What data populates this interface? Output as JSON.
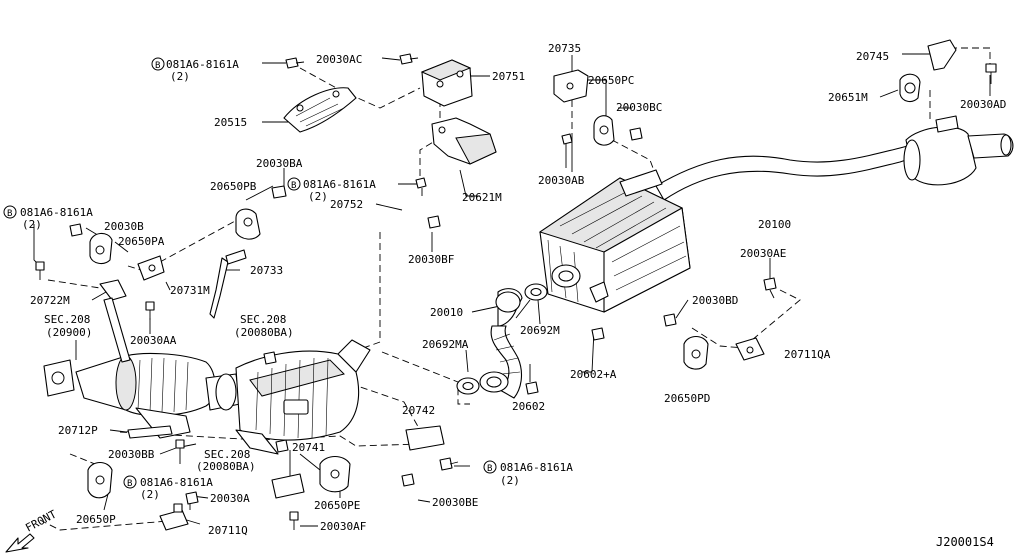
{
  "diagram_id": "J20001S4",
  "front_label": "FRONT",
  "bolt_prefix_symbol": "B",
  "callouts": [
    {
      "id": "c1",
      "text": "081A6-8161A",
      "sub": "(2)",
      "bolt": true
    },
    {
      "id": "c2",
      "text": "20030AC"
    },
    {
      "id": "c3",
      "text": "20751"
    },
    {
      "id": "c4",
      "text": "20515"
    },
    {
      "id": "c5",
      "text": "20735"
    },
    {
      "id": "c6",
      "text": "20650PC"
    },
    {
      "id": "c7",
      "text": "20030BC"
    },
    {
      "id": "c8",
      "text": "20745"
    },
    {
      "id": "c9",
      "text": "20651M"
    },
    {
      "id": "c10",
      "text": "20030AD"
    },
    {
      "id": "c11",
      "text": "20030BA"
    },
    {
      "id": "c12",
      "text": "20650PB"
    },
    {
      "id": "c13",
      "text": "081A6-8161A",
      "sub": "(2)",
      "bolt": true
    },
    {
      "id": "c14",
      "text": "20621M"
    },
    {
      "id": "c15",
      "text": "20030AB"
    },
    {
      "id": "c16",
      "text": "20100"
    },
    {
      "id": "c17",
      "text": "081A6-8161A",
      "sub": "(2)",
      "bolt": true
    },
    {
      "id": "c18",
      "text": "20030B"
    },
    {
      "id": "c19",
      "text": "20650PA"
    },
    {
      "id": "c20",
      "text": "20752"
    },
    {
      "id": "c21",
      "text": "20030BF"
    },
    {
      "id": "c22",
      "text": "20733"
    },
    {
      "id": "c23",
      "text": "20030AE"
    },
    {
      "id": "c24",
      "text": "20722M"
    },
    {
      "id": "c25",
      "text": "20731M"
    },
    {
      "id": "c26",
      "text": "SEC.208",
      "sub": "(20900)"
    },
    {
      "id": "c27",
      "text": "SEC.208",
      "sub": "(20080BA)"
    },
    {
      "id": "c28",
      "text": "20010"
    },
    {
      "id": "c29",
      "text": "20030BD"
    },
    {
      "id": "c30",
      "text": "20692M"
    },
    {
      "id": "c31",
      "text": "20030AA"
    },
    {
      "id": "c32",
      "text": "20692MA"
    },
    {
      "id": "c33",
      "text": "20711QA"
    },
    {
      "id": "c34",
      "text": "20602+A"
    },
    {
      "id": "c35",
      "text": "20602"
    },
    {
      "id": "c36",
      "text": "20650PD"
    },
    {
      "id": "c37",
      "text": "20742"
    },
    {
      "id": "c38",
      "text": "20712P"
    },
    {
      "id": "c39",
      "text": "20030BB"
    },
    {
      "id": "c40",
      "text": "SEC.208",
      "sub": "(20080BA)"
    },
    {
      "id": "c41",
      "text": "20741"
    },
    {
      "id": "c42",
      "text": "081A6-8161A",
      "sub": "(2)",
      "bolt": true
    },
    {
      "id": "c43",
      "text": "081A6-8161A",
      "sub": "(2)",
      "bolt": true
    },
    {
      "id": "c44",
      "text": "20030A"
    },
    {
      "id": "c45",
      "text": "20650PE"
    },
    {
      "id": "c46",
      "text": "20030BE"
    },
    {
      "id": "c47",
      "text": "20650P"
    },
    {
      "id": "c48",
      "text": "20711Q"
    },
    {
      "id": "c49",
      "text": "20030AF"
    }
  ]
}
